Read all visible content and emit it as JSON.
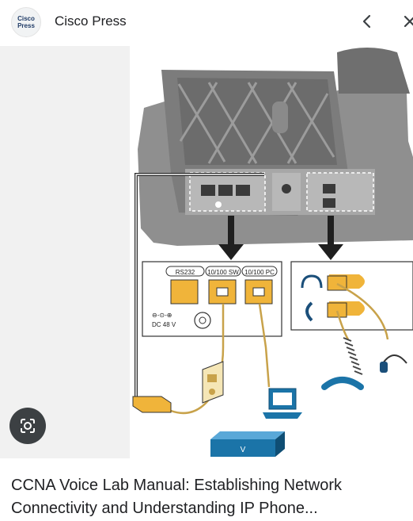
{
  "header": {
    "source_name": "Cisco Press",
    "logo_line1": "Cisco",
    "logo_line2": "Press"
  },
  "image": {
    "port_rs232": "RS232",
    "port_sw": "10/100 SW",
    "port_pc": "10/100 PC",
    "dc_label": "DC 48 V",
    "switch_label": "V"
  },
  "caption": {
    "line1": "CCNA Voice Lab Manual: Establishing Network",
    "line2": "Connectivity and Understanding IP Phone..."
  },
  "colors": {
    "port_orange": "#f0b43a",
    "switch_blue": "#1b74a8",
    "lens_button": "#3c4043"
  }
}
